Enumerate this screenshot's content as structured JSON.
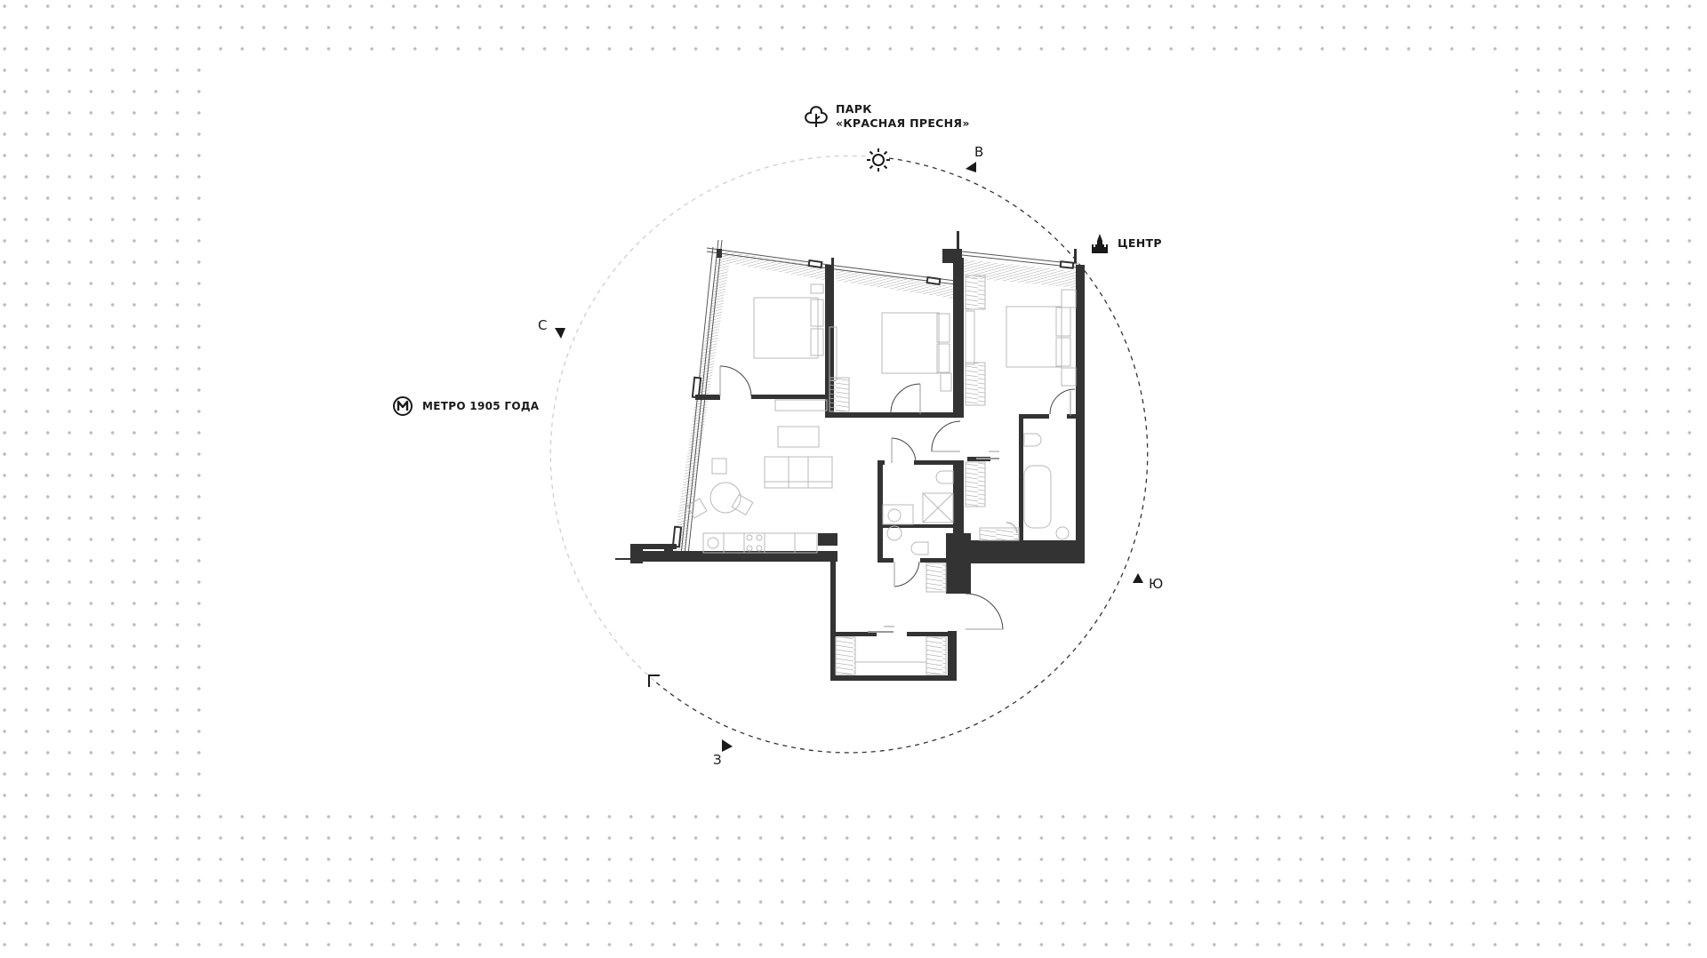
{
  "landmarks": {
    "park": {
      "icon": "tree-icon",
      "line1": "ПАРК",
      "line2": "«КРАСНАЯ ПРЕСНЯ»"
    },
    "center": {
      "icon": "kremlin-tower-icon",
      "label": "ЦЕНТР"
    },
    "metro": {
      "icon": "metro-icon",
      "glyph": "M",
      "label": "МЕТРО 1905 ГОДА"
    }
  },
  "compass": {
    "north": "С",
    "east": "В",
    "south": "Ю",
    "west": "З",
    "sun_icon": "sun-icon"
  },
  "plan": {
    "type": "apartment floor plan",
    "rooms": [
      "bedroom-1",
      "bedroom-2",
      "bedroom-3",
      "living-kitchen",
      "bathroom-1",
      "bathroom-2",
      "bathroom-3",
      "hallway",
      "entrance-vestibule"
    ],
    "colors": {
      "wall": "#333333",
      "furniture": "#b8b8b8",
      "hatch": "#a8a8a8",
      "dots": "#bdbdbd",
      "text": "#1a1a1a"
    }
  }
}
